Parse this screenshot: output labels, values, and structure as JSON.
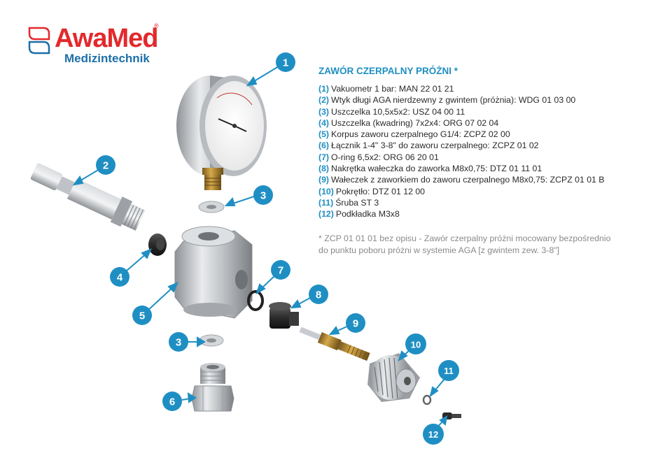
{
  "logo": {
    "brand": "AwaMed",
    "registered": "®",
    "subtitle": "Medizintechnik"
  },
  "title": "ZAWÓR CZERPALNY PRÓŻNI *",
  "parts": [
    {
      "num": "(1)",
      "text": "Vakuometr 1 bar: MAN 22 01 21"
    },
    {
      "num": "(2)",
      "text": "Wtyk długi AGA nierdzewny z gwintem (próżnia): WDG 01 03 00"
    },
    {
      "num": "(3)",
      "text": "Uszczelka 10,5x5x2: USZ 04 00 11"
    },
    {
      "num": "(4)",
      "text": "Uszczelka (kwadring) 7x2x4: ORG 07 02 04"
    },
    {
      "num": "(5)",
      "text": "Korpus zaworu czerpalnego G1/4: ZCPZ 02 00"
    },
    {
      "num": "(6)",
      "text": "Łącznik 1-4\" 3-8\" do zaworu czerpalnego: ZCPZ 01 02"
    },
    {
      "num": "(7)",
      "text": "O-ring 6,5x2: ORG 06 20 01"
    },
    {
      "num": "(8)",
      "text": "Nakrętka wałeczka do zaworka M8x0,75: DTZ 01 11 01"
    },
    {
      "num": "(9)",
      "text": "Wałeczek z zaworkiem do zaworu czerpalnego M8x0,75: ZCPZ 01 01 B"
    },
    {
      "num": "(10)",
      "text": "Pokrętło: DTZ 01 12 00"
    },
    {
      "num": "(11)",
      "text": "Śruba ST 3"
    },
    {
      "num": "(12)",
      "text": "Podkładka M3x8"
    }
  ],
  "note": {
    "line1": "* ZCP 01 01 01 bez opisu - Zawór czerpalny próżni mocowany bezpośrednio",
    "line2": "do punktu poboru próżni w systemie AGA [z gwintem zew. 3-8\"]"
  },
  "callouts": [
    "1",
    "2",
    "3",
    "4",
    "5",
    "3",
    "6",
    "7",
    "8",
    "9",
    "10",
    "11",
    "12"
  ],
  "colors": {
    "accent": "#1f8fc3",
    "brand_red": "#e3292c",
    "brand_blue": "#1d6fa8",
    "note_gray": "#8a8a8a"
  }
}
